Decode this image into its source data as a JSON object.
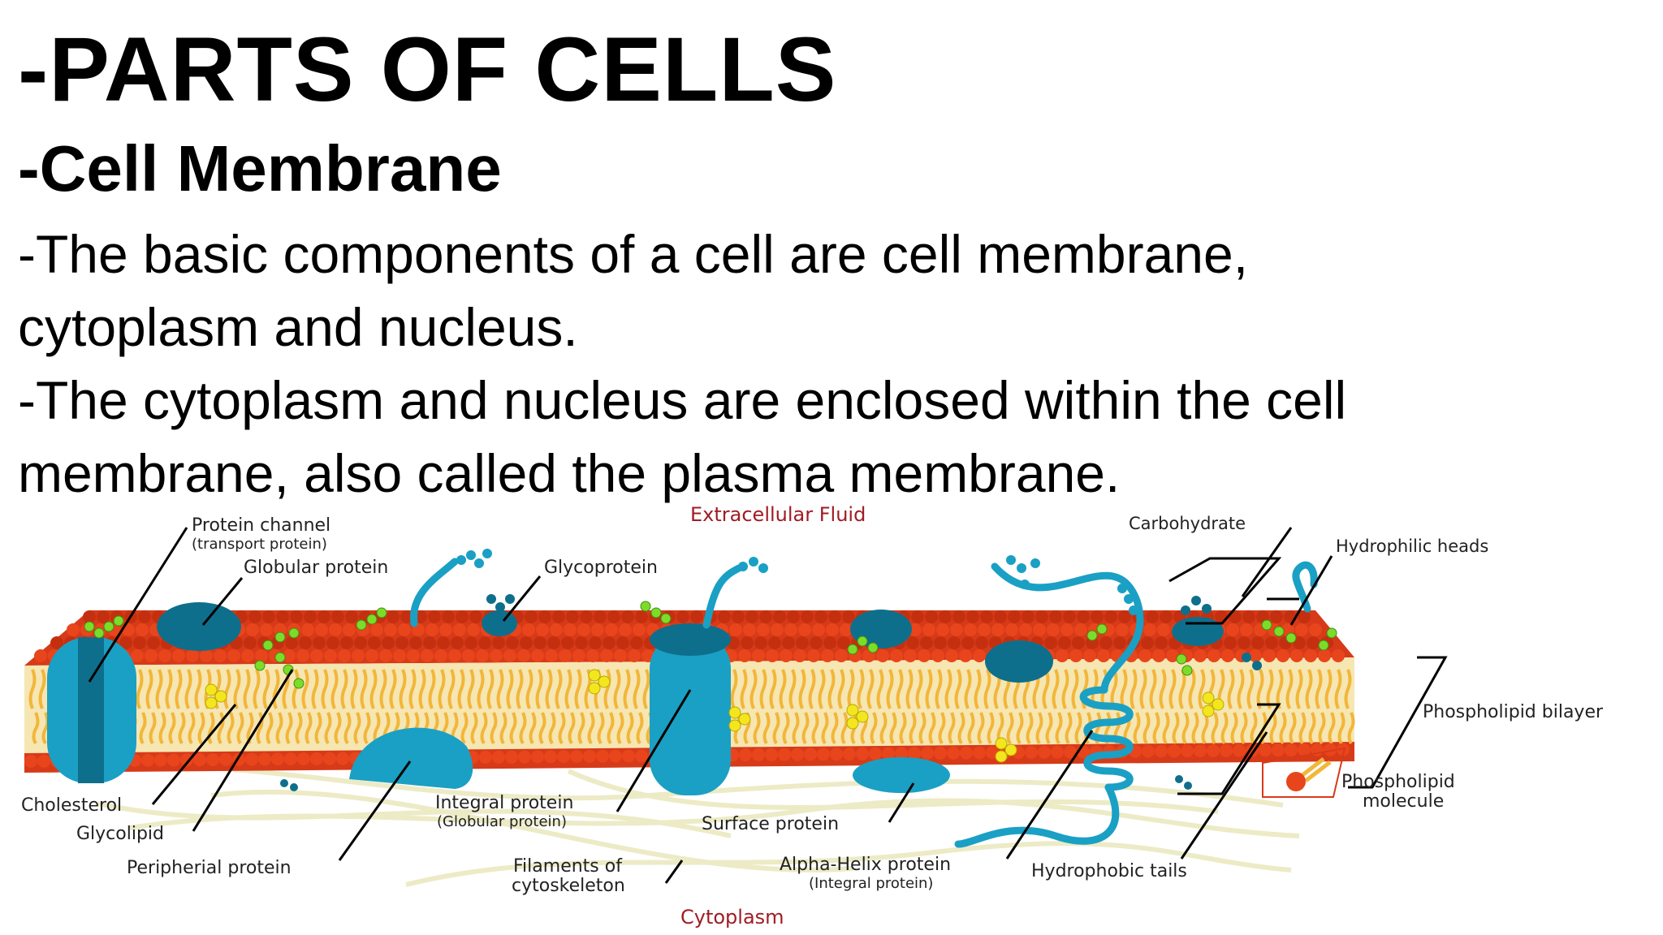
{
  "slide": {
    "title": "-PARTS OF CELLS",
    "subtitle": "-Cell Membrane",
    "paragraph1_line1": "-The basic components of a cell are cell membrane,",
    "paragraph1_line2": "cytoplasm and nucleus.",
    "paragraph2_line1": "-The cytoplasm and nucleus are enclosed within the cell",
    "paragraph2_line2": "membrane, also called the plasma membrane."
  },
  "diagram": {
    "region_top": "Extracellular Fluid",
    "region_bottom": "Cytoplasm",
    "labels": {
      "protein_channel": "Protein channel",
      "protein_channel_sub": "(transport protein)",
      "globular_protein": "Globular protein",
      "glycoprotein": "Glycoprotein",
      "carbohydrate": "Carbohydrate",
      "hydrophilic_heads": "Hydrophilic heads",
      "phospholipid_bilayer": "Phospholipid bilayer",
      "phospholipid_molecule_1": "Phospholipid",
      "phospholipid_molecule_2": "molecule",
      "cholesterol": "Cholesterol",
      "glycolipid": "Glycolipid",
      "peripheral_protein": "Peripherial protein",
      "integral_protein": "Integral protein",
      "integral_protein_sub": "(Globular protein)",
      "filaments_1": "Filaments of",
      "filaments_2": "cytoskeleton",
      "surface_protein": "Surface protein",
      "alpha_helix": "Alpha-Helix protein",
      "alpha_helix_sub": "(Integral protein)",
      "hydrophobic_tails": "Hydrophobic tails"
    },
    "colors": {
      "head": "#e8451c",
      "head_dark": "#c4300f",
      "tail": "#f2b63a",
      "protein": "#1aa0c4",
      "protein_dark": "#0e6f8c",
      "carbohydrate": "#7ddc2a",
      "cholesterol": "#f4e61e",
      "filament": "#ecebc6",
      "region_label": "#a01c24"
    }
  }
}
